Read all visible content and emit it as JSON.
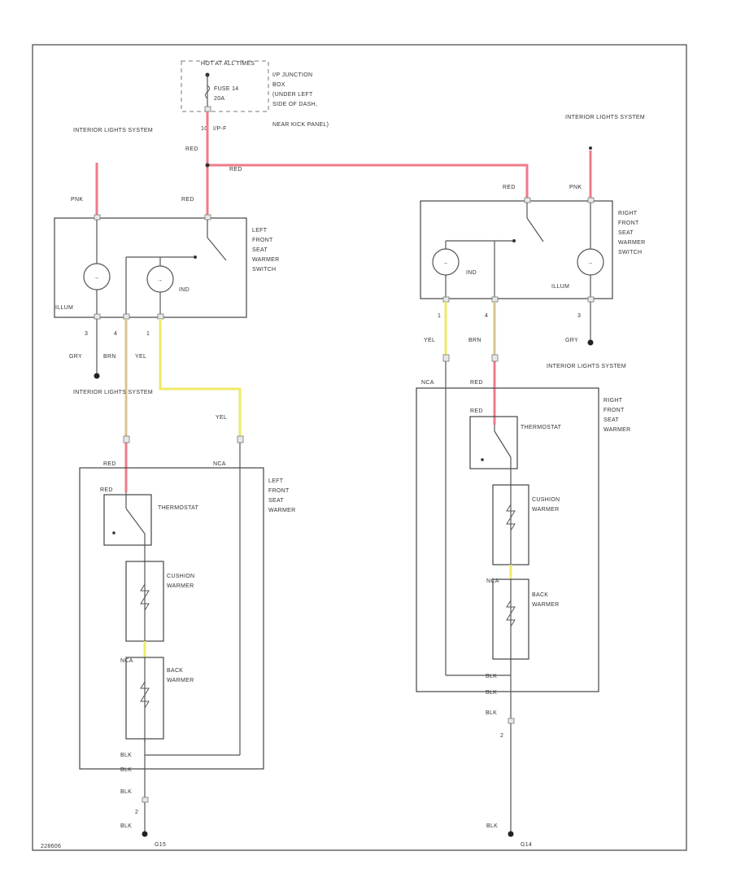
{
  "fuse_block": {
    "hot": "HOT AT ALL TIMES",
    "fuse": "FUSE 14",
    "amps": "20A",
    "location": [
      "I/P JUNCTION",
      "BOX",
      "(UNDER LEFT",
      "SIDE OF DASH,",
      "NEAR KICK PANEL)"
    ],
    "pin": "10",
    "pin_id": "I/P-F"
  },
  "wire_colors": {
    "red": "#f07a88",
    "yellow": "#eeea66",
    "brown": "#d8c48e",
    "gray": "#555555"
  },
  "left_switch": {
    "title": [
      "LEFT",
      "FRONT",
      "SEAT",
      "WARMER",
      "SWITCH"
    ],
    "feed_label": "INTERIOR LIGHTS SYSTEM",
    "pnk": "PNK",
    "red": "RED",
    "illum": "ILLUM",
    "ind": "IND",
    "pins": [
      "3",
      "4",
      "1"
    ],
    "wires": [
      "GRY",
      "BRN",
      "YEL"
    ]
  },
  "red_upper": "RED",
  "red_top": "RED",
  "left_lower_system": "INTERIOR LIGHTS SYSTEM",
  "left_heater": {
    "title": [
      "LEFT",
      "FRONT",
      "SEAT",
      "WARMER"
    ],
    "yel": "YEL",
    "red": "RED",
    "nca": "NCA",
    "red_inner": "RED",
    "thermostat": "THERMOSTAT",
    "cushion": [
      "CUSHION",
      "WARMER"
    ],
    "back": [
      "BACK",
      "WARMER"
    ],
    "nca_inner": "NCA",
    "blk": [
      "BLK",
      "BLK",
      "BLK",
      "BLK"
    ],
    "pin": "2",
    "ground": "G15"
  },
  "right_switch": {
    "title": [
      "RIGHT",
      "FRONT",
      "SEAT",
      "WARMER",
      "SWITCH"
    ],
    "feed_label": "INTERIOR LIGHTS SYSTEM",
    "pnk": "PNK",
    "red": "RED",
    "ind": "IND",
    "illum": "ILLUM",
    "pins": [
      "1",
      "4",
      "3"
    ],
    "wires": [
      "YEL",
      "BRN",
      "GRY"
    ]
  },
  "right_lower_system": "INTERIOR LIGHTS SYSTEM",
  "right_heater": {
    "title": [
      "RIGHT",
      "FRONT",
      "SEAT",
      "WARMER"
    ],
    "nca": "NCA",
    "red": "RED",
    "red_inner": "RED",
    "thermostat": "THERMOSTAT",
    "cushion": [
      "CUSHION",
      "WARMER"
    ],
    "nca_inner": "NCA",
    "back": [
      "BACK",
      "WARMER"
    ],
    "blk": [
      "BLK",
      "BLK",
      "BLK",
      "BLK"
    ],
    "pin": "2",
    "ground": "G14"
  },
  "figure_id": "228606"
}
